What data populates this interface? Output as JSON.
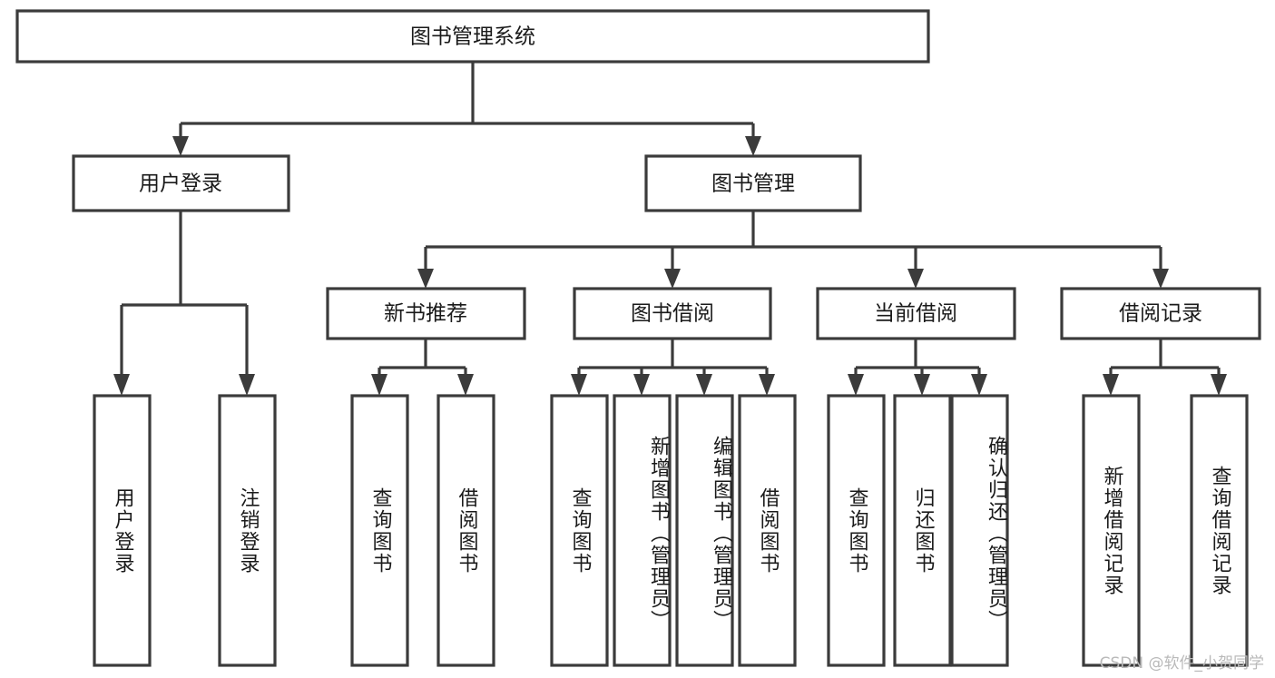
{
  "diagram": {
    "type": "tree-hierarchy",
    "title": "图书管理系统",
    "watermark": "CSDN @软件_小贺同学",
    "nodes": {
      "root": {
        "label": "图书管理系统"
      },
      "level1": [
        {
          "id": "user-login",
          "label": "用户登录"
        },
        {
          "id": "book-management",
          "label": "图书管理"
        }
      ],
      "level2": [
        {
          "id": "new-book-recommend",
          "label": "新书推荐"
        },
        {
          "id": "book-borrow",
          "label": "图书借阅"
        },
        {
          "id": "current-borrow",
          "label": "当前借阅"
        },
        {
          "id": "borrow-record",
          "label": "借阅记录"
        }
      ],
      "leaves": {
        "user-login": [
          {
            "id": "leaf-user-login",
            "label": "用户登录"
          },
          {
            "id": "leaf-logout-login",
            "label": "注销登录"
          }
        ],
        "new-book-recommend": [
          {
            "id": "leaf-query-book-1",
            "label": "查询图书"
          },
          {
            "id": "leaf-borrow-book-1",
            "label": "借阅图书"
          }
        ],
        "book-borrow": [
          {
            "id": "leaf-query-book-2",
            "label": "查询图书"
          },
          {
            "id": "leaf-add-book",
            "label": "新增图书（管理员）"
          },
          {
            "id": "leaf-edit-book",
            "label": "编辑图书（管理员）"
          },
          {
            "id": "leaf-borrow-book-2",
            "label": "借阅图书"
          }
        ],
        "current-borrow": [
          {
            "id": "leaf-query-book-3",
            "label": "查询图书"
          },
          {
            "id": "leaf-return-book",
            "label": "归还图书"
          },
          {
            "id": "leaf-confirm-return",
            "label": "确认归还（管理员）"
          }
        ],
        "borrow-record": [
          {
            "id": "leaf-add-record",
            "label": "新增借阅记录"
          },
          {
            "id": "leaf-query-record",
            "label": "查询借阅记录"
          }
        ]
      }
    },
    "colors": {
      "stroke": "#3b3b3b",
      "fill": "#ffffff",
      "text": "#1a1a1a",
      "watermark": "#b9b9b9"
    }
  }
}
